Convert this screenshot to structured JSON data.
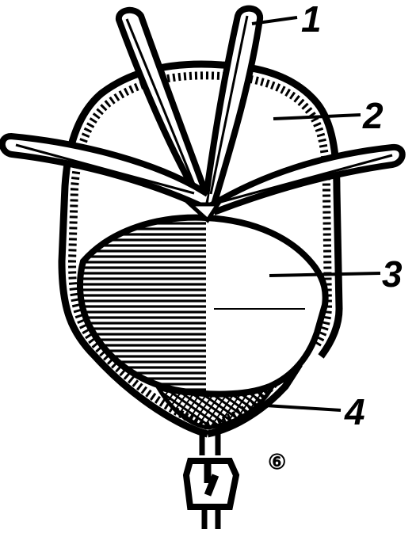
{
  "labels": {
    "l1": "1",
    "l2": "2",
    "l3": "3",
    "l4": "4"
  },
  "panel_mark": "⑥",
  "colors": {
    "ink": "#000000",
    "paper": "#ffffff"
  }
}
